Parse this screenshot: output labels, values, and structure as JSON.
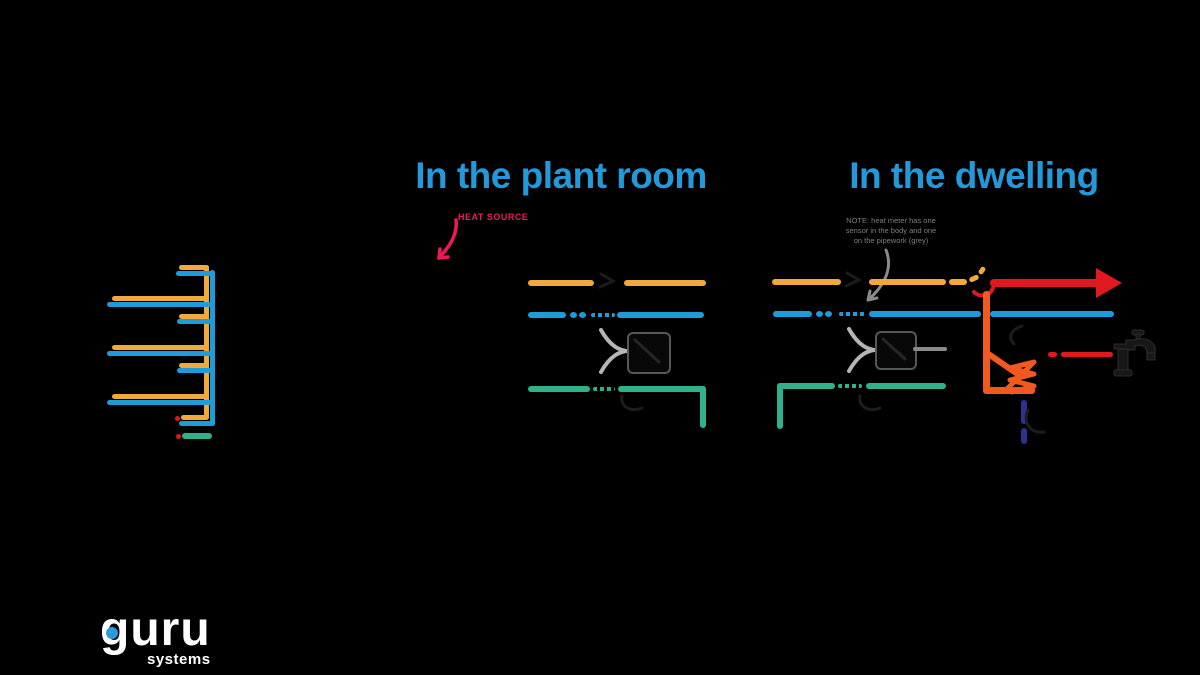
{
  "titles": {
    "plant_room": "In the plant room",
    "dwelling": "In the dwelling"
  },
  "annotations": {
    "heat_source": "HEAT SOURCE",
    "note_line1": "NOTE: heat meter has one",
    "note_line2": "sensor in the body and one",
    "note_line3": "on the pipework (grey)"
  },
  "logo": {
    "name": "guru",
    "tagline": "systems"
  },
  "colors": {
    "title_blue": "#2299d8",
    "pipe_flow_yellow": "#f2a93b",
    "pipe_return_blue": "#1e9cd9",
    "pipe_green": "#2fb28c",
    "dhw_red": "#e0191f",
    "dhw_orange": "#f1591f",
    "cold_indigo": "#2e3192",
    "heat_source_pink": "#ec1a58",
    "meter_gray": "#8a8a8a",
    "meter_border": "#575757",
    "note_gray": "#7f7f7f",
    "logo_white": "#ffffff",
    "logo_dot_blue": "#2d9ad7"
  }
}
